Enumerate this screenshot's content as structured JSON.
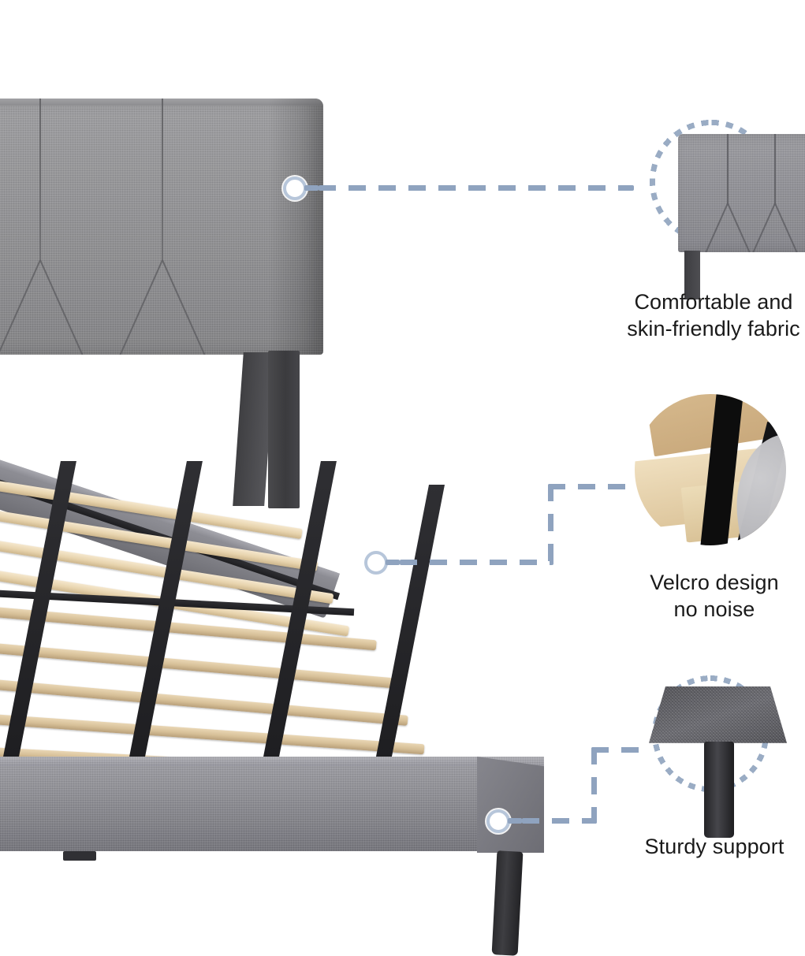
{
  "page": {
    "type": "product-infographic",
    "product": "upholstered platform bed frame",
    "background_color": "#ffffff",
    "accent_color": "#9aacc4",
    "connector_color": "#8fa3bf",
    "text_color": "#1a1a1a"
  },
  "main_image": {
    "name": "gray upholstered platform bed frame with wooden slats",
    "fabric_color": "#8d8d90",
    "slat_color": "#e7d3ad",
    "metal_color": "#2f2f33",
    "leg_color": "#2b2b2e"
  },
  "features": [
    {
      "id": "fabric",
      "caption_line1": "Comfortable and",
      "caption_line2": "skin-friendly fabric",
      "circle_image": "upholstered headboard closeup",
      "hotspot_label": "headboard-fabric-hotspot"
    },
    {
      "id": "velcro",
      "caption_line1": "Velcro design",
      "caption_line2": "no noise",
      "circle_image": "wooden slats with black velcro straps closeup",
      "hotspot_label": "slat-velcro-hotspot"
    },
    {
      "id": "support",
      "caption_line1": "Sturdy support",
      "caption_line2": "",
      "circle_image": "black cylindrical bed leg closeup",
      "hotspot_label": "bed-leg-hotspot"
    }
  ]
}
